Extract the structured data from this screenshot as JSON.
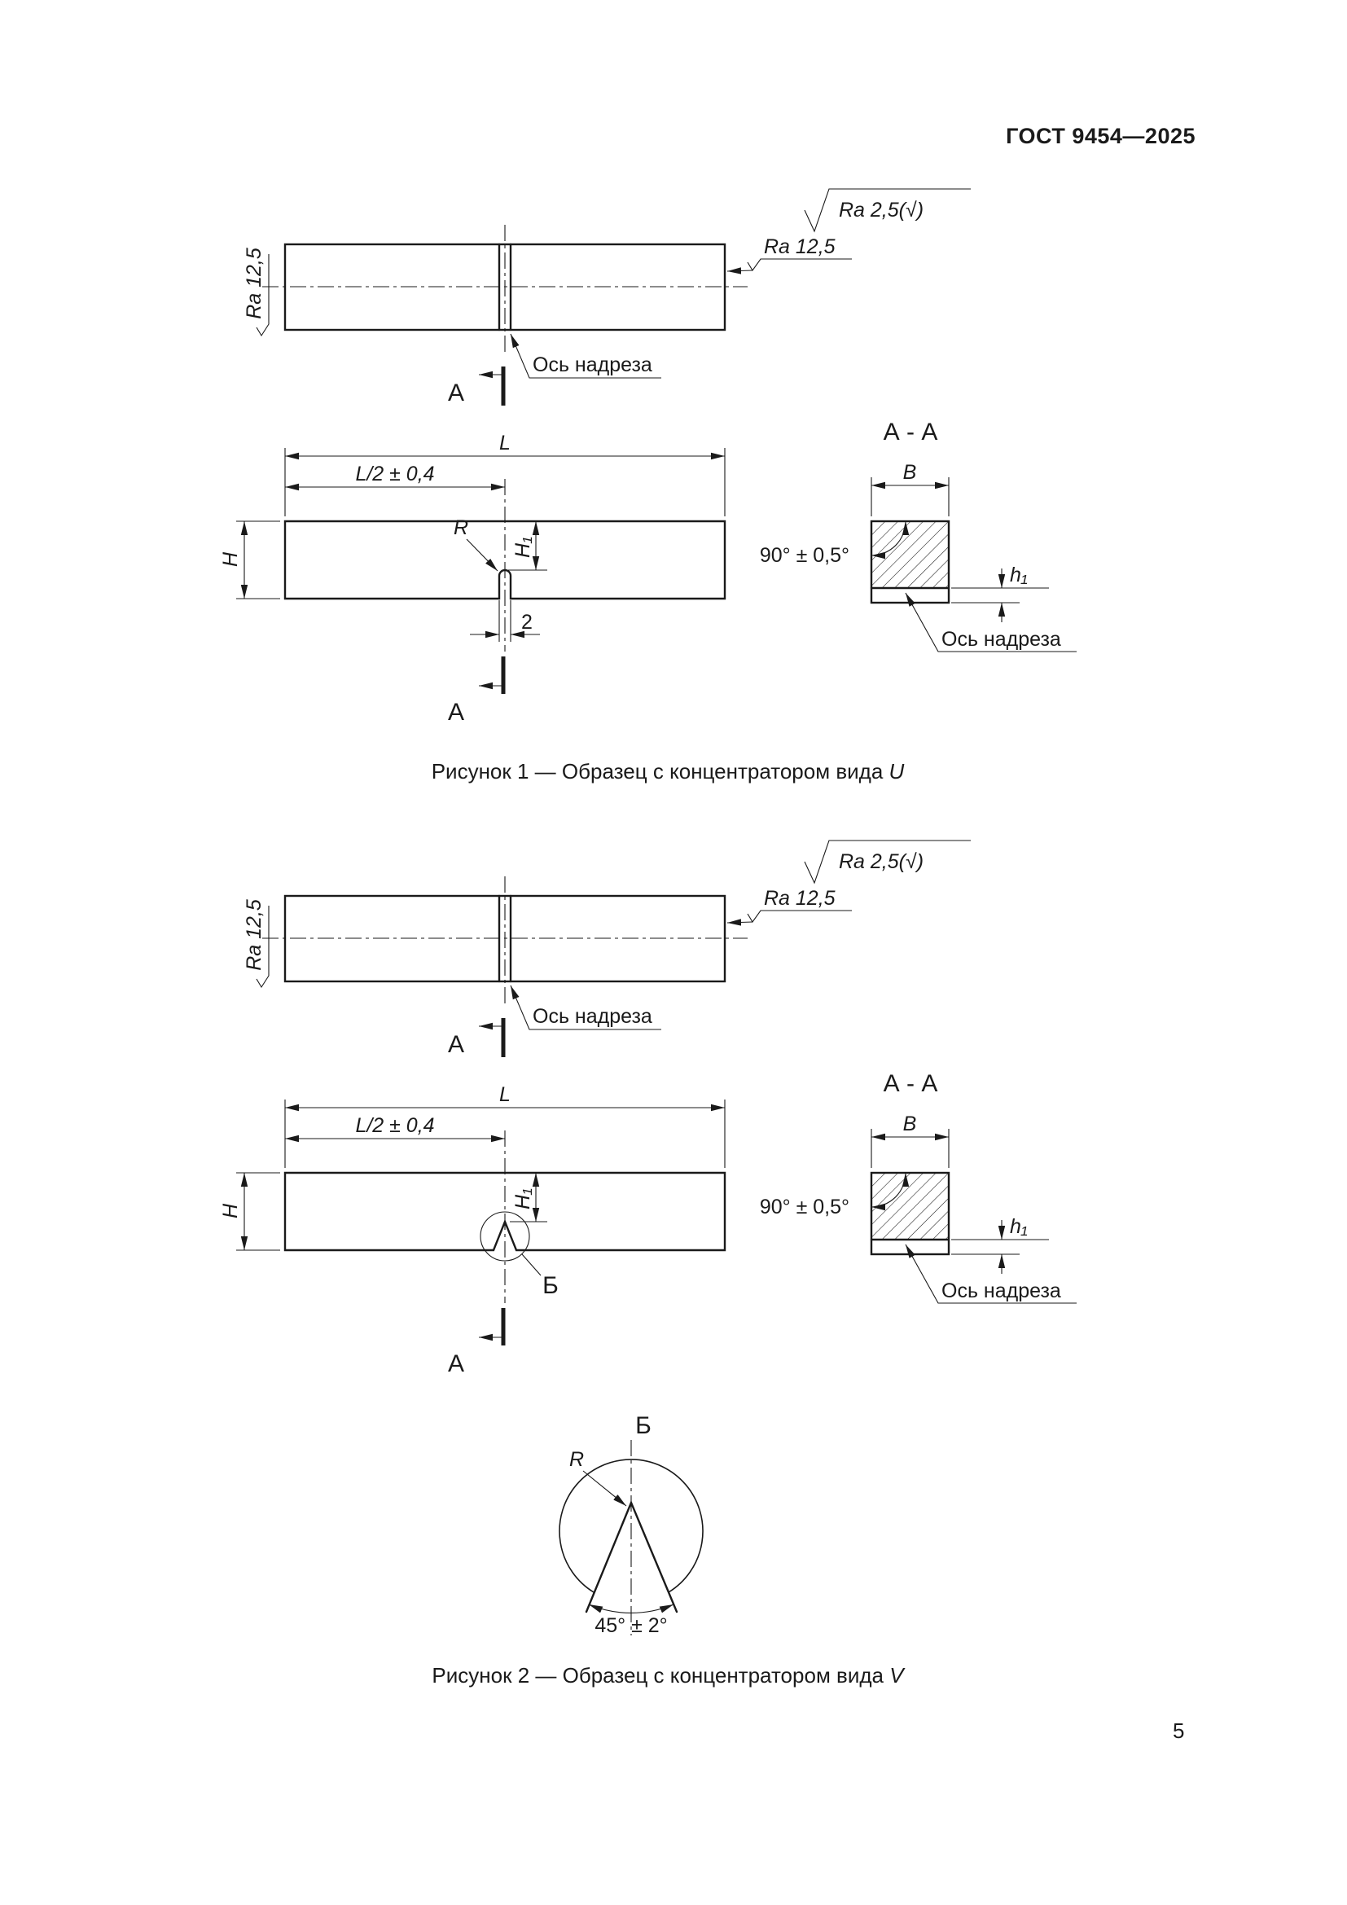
{
  "page": {
    "header": "ГОСТ 9454—2025",
    "page_number": "5"
  },
  "labels": {
    "ra_side": "Ra 12,5",
    "ra_end": "Ra 12,5",
    "ra_general": "Ra 2,5(√)",
    "notch_axis": "Ось надреза",
    "section_letter": "А",
    "section_title": "А - А",
    "detail_letter": "Б",
    "dim_length": "L",
    "dim_half_length": "L/2 ± 0,4",
    "dim_height": "H",
    "dim_h1_cap": "H₁",
    "dim_radius": "R",
    "dim_notch_width": "2",
    "dim_width": "B",
    "angle_section": "90° ± 0,5°",
    "dim_notch_depth": "h₁",
    "angle_v": "45° ± 2°"
  },
  "figure1": {
    "caption_prefix": "Рисунок 1 — Образец с концентратором вида ",
    "caption_suffix": "U"
  },
  "figure2": {
    "caption_prefix": "Рисунок 2 — Образец с концентратором вида ",
    "caption_suffix": "V"
  }
}
